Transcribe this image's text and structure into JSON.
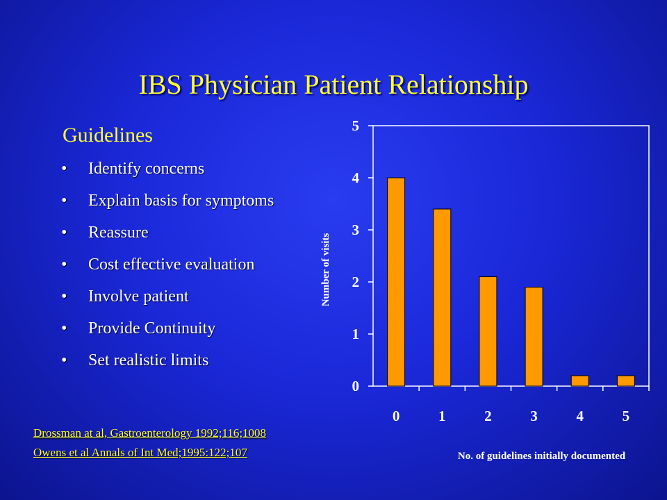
{
  "slide": {
    "title": "IBS Physician Patient Relationship",
    "subhead": "Guidelines",
    "bullets": [
      "Identify concerns",
      "Explain basis for symptoms",
      "Reassure",
      "Cost effective evaluation",
      "Involve patient",
      "Provide Continuity",
      "Set realistic limits"
    ],
    "references": [
      "Drossman at al, Gastroenterology 1992;116;1008",
      "Owens et al Annals of Int Med;1995:122;107"
    ]
  },
  "colors": {
    "title": "#ffff33",
    "bar_fill": "#ff9900",
    "axis": "#ffffff"
  },
  "chart_data": {
    "type": "bar",
    "categories": [
      "0",
      "1",
      "2",
      "3",
      "4",
      "5"
    ],
    "values": [
      4,
      3.4,
      2.1,
      1.9,
      0.2,
      0.2
    ],
    "xlabel": "No. of guidelines initially documented",
    "ylabel": "Number of visits",
    "ylim": [
      0,
      5
    ],
    "yticks": [
      "0",
      "1",
      "2",
      "3",
      "4",
      "5"
    ],
    "grid": false
  }
}
